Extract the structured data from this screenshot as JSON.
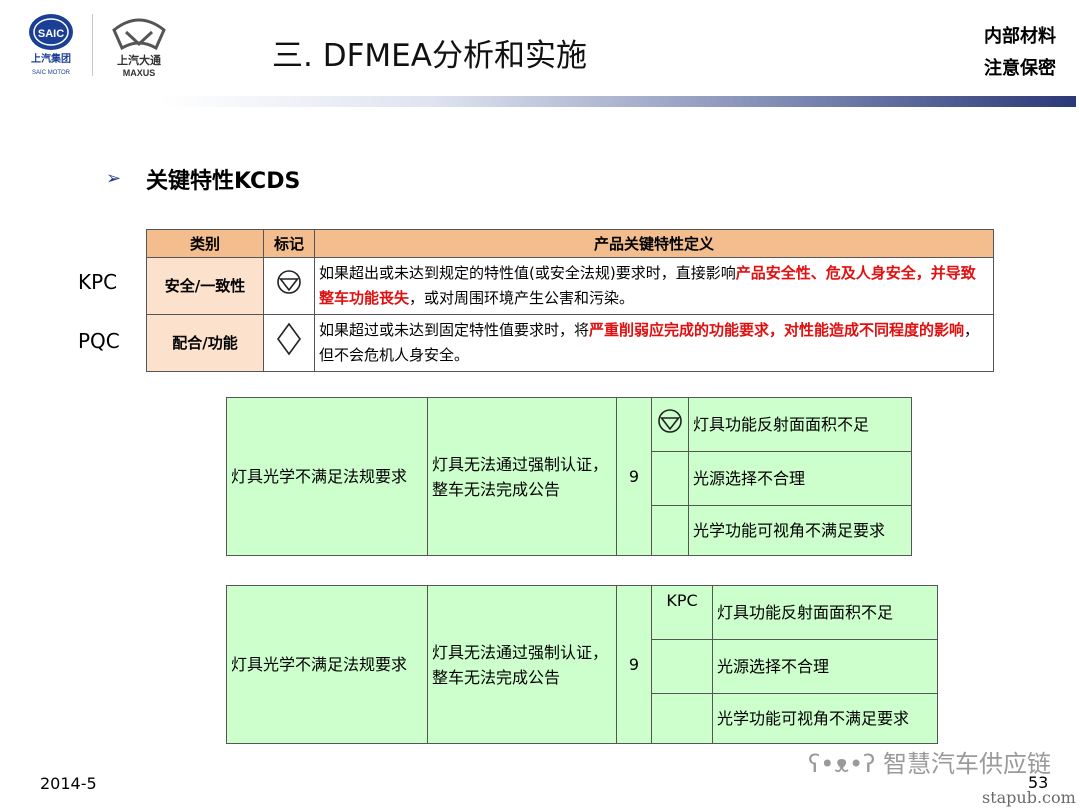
{
  "header": {
    "logo1_text": "上汽集团",
    "logo1_sub": "SAIC MOTOR",
    "logo1_badge": "SAIC",
    "logo2_text": "上汽大通",
    "logo2_sub": "MAXUS",
    "title": "三. DFMEA分析和实施",
    "confidential_line1": "内部材料",
    "confidential_line2": "注意保密"
  },
  "bullet": {
    "text": "关键特性KCDS"
  },
  "definition_table": {
    "headers": [
      "类别",
      "标记",
      "产品关键特性定义"
    ],
    "rows": [
      {
        "label": "KPC",
        "category": "安全/一致性",
        "symbol": "safety-symbol",
        "def_plain1": "如果超出或未达到规定的特性值(或安全法规)要求时，直接影响",
        "def_red": "产品安全性、危及人身安全，并导致整车功能丧失",
        "def_plain2": "，或对周围环境产生公害和污染。"
      },
      {
        "label": "PQC",
        "category": "配合/功能",
        "symbol": "diamond",
        "def_plain1": "如果超过或未达到固定特性值要求时，将",
        "def_red": "严重削弱应完成的功能要求，对性能造成不同程度的影响",
        "def_plain2": "，但不会危机人身安全。"
      }
    ]
  },
  "example_table_1": {
    "failure_mode": "灯具光学不满足法规要求",
    "effect": "灯具无法通过强制认证，整车无法完成公告",
    "severity": "9",
    "class_marker": "safety-symbol",
    "causes": [
      "灯具功能反射面面积不足",
      "光源选择不合理",
      "光学功能可视角不满足要求"
    ]
  },
  "example_table_2": {
    "failure_mode": "灯具光学不满足法规要求",
    "effect": "灯具无法通过强制认证，整车无法完成公告",
    "severity": "9",
    "class_marker": "KPC",
    "causes": [
      "灯具功能反射面面积不足",
      "光源选择不合理",
      "光学功能可视角不满足要求"
    ]
  },
  "footer": {
    "date": "2014-5",
    "page_number": "53",
    "watermark": "智慧汽车供应链",
    "site": "stapub.com"
  }
}
